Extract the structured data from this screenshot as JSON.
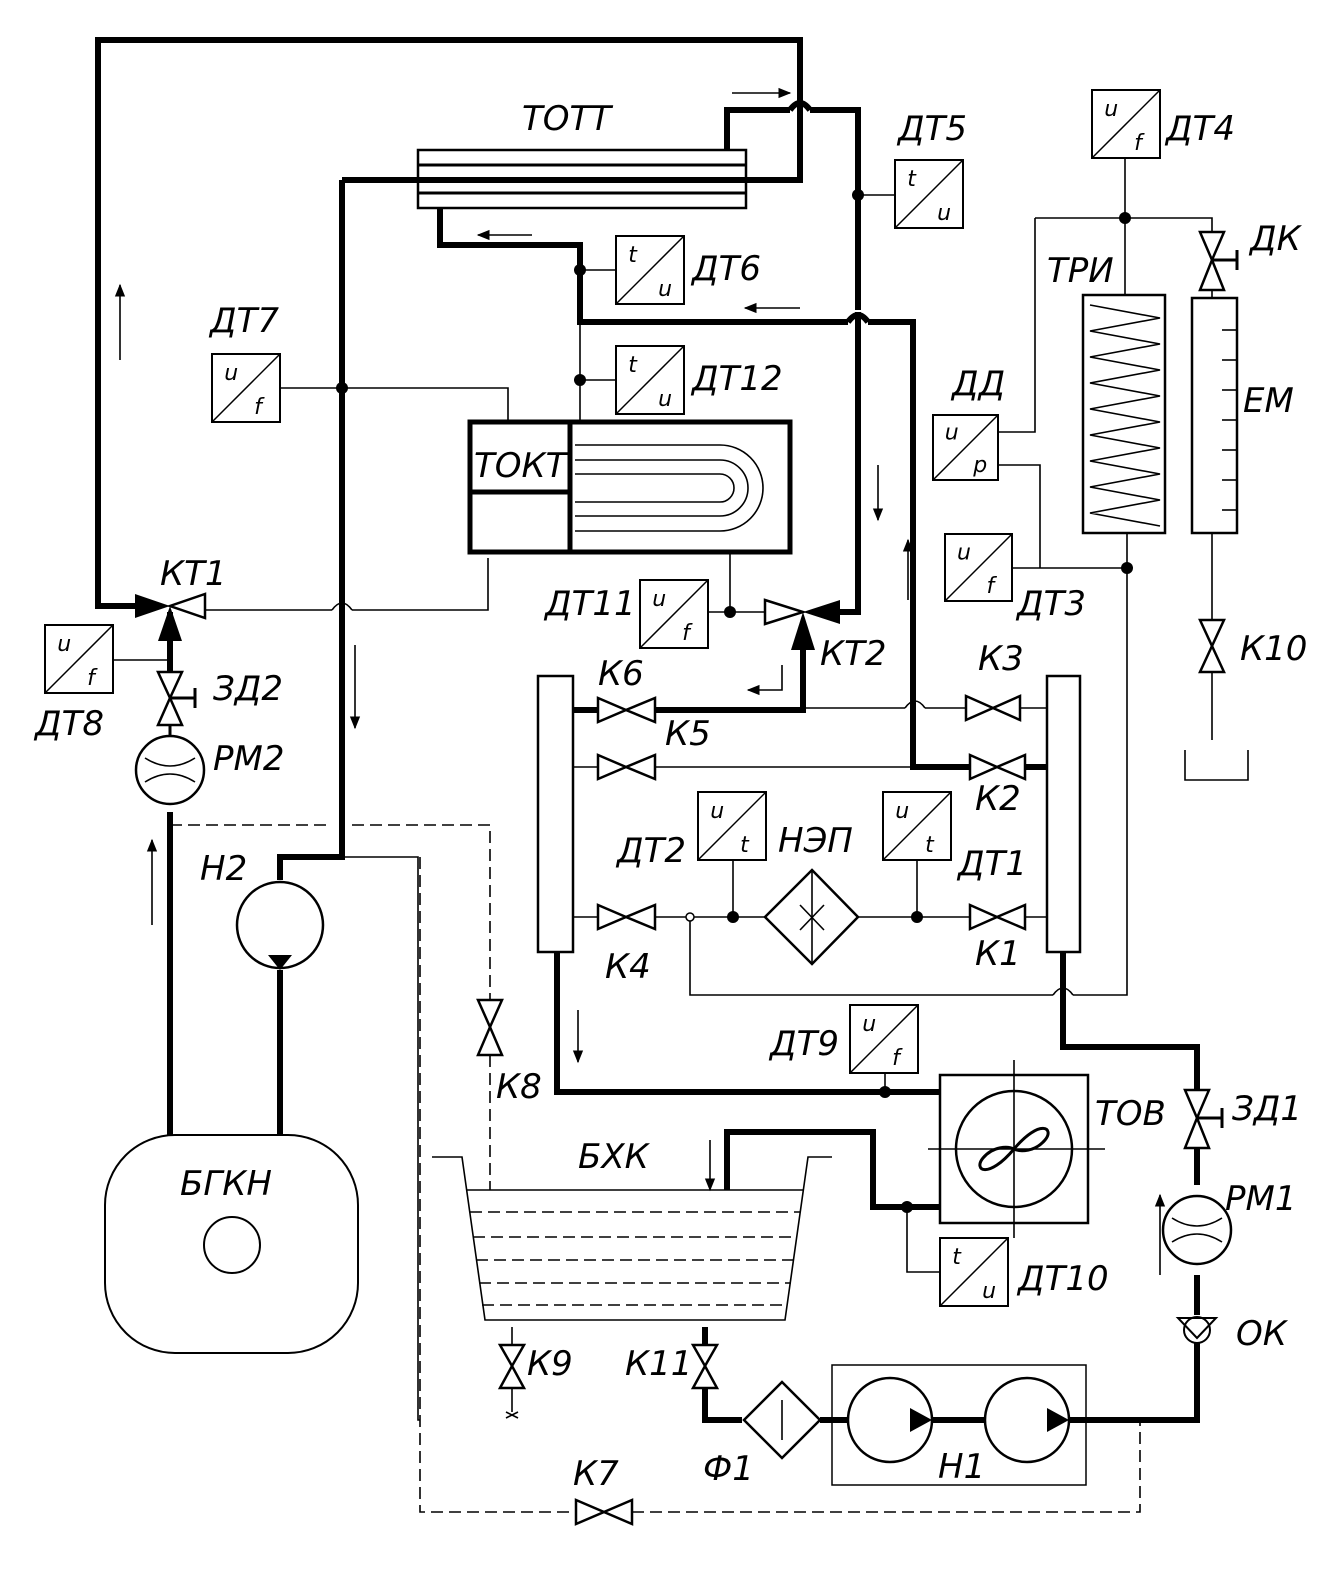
{
  "labels": {
    "tott": "ТОТТ",
    "dt5": "ДТ5",
    "dt4": "ДТ4",
    "dt6": "ДТ6",
    "dt7": "ДТ7",
    "dt12": "ДТ12",
    "tri": "ТРИ",
    "dd": "ДД",
    "em": "ЕМ",
    "dk": "ДК",
    "tokt": "ТОКТ",
    "kt1": "КТ1",
    "dt11": "ДТ11",
    "kt2": "КТ2",
    "dt3": "ДТ3",
    "k1r": "К10",
    "dt8": "ДТ8",
    "zd2": "ЗД2",
    "rm2": "РМ2",
    "k6": "К6",
    "k5": "К5",
    "k3": "К3",
    "k2": "К2",
    "h2": "Н2",
    "dt2": "ДТ2",
    "nep": "НЭП",
    "dt1": "ДТ1",
    "k4": "К4",
    "k1": "К1",
    "k8": "К8",
    "dt9": "ДТ9",
    "tov": "ТОВ",
    "zd1": "ЗД1",
    "bgkn": "БГКН",
    "bhk": "БХК",
    "rm1": "РМ1",
    "dt10": "ДТ10",
    "ok": "ОК",
    "k9": "К9",
    "k11": "К11",
    "f1": "Ф1",
    "h1": "Н1",
    "k7": "К7"
  },
  "sensor_marks": {
    "u": "u",
    "t": "t",
    "f": "f",
    "p": "p"
  }
}
